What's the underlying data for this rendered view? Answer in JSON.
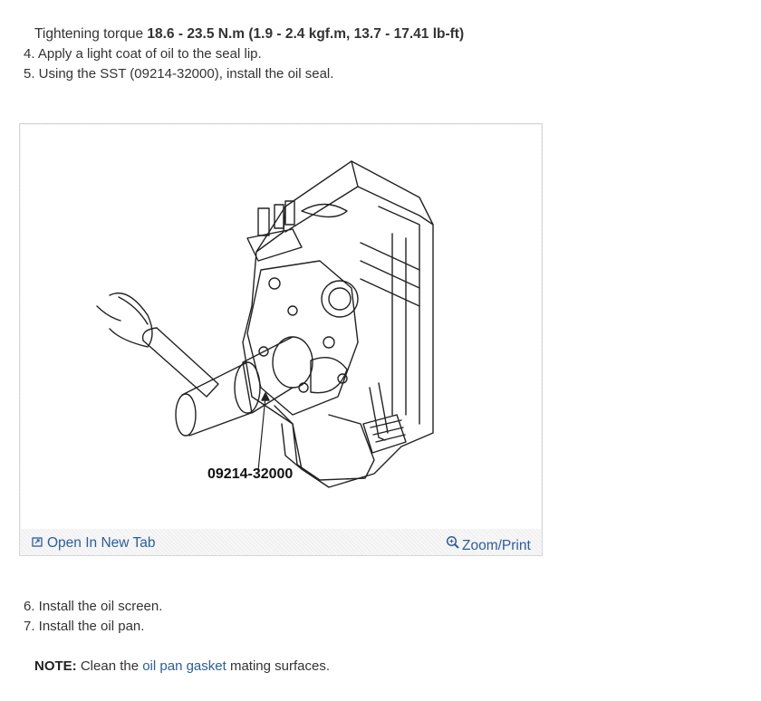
{
  "torque": {
    "label": "Tightening torque ",
    "value": "18.6 - 23.5 N.m (1.9 - 2.4 kgf.m, 13.7 - 17.41 lb-ft)"
  },
  "steps_top": [
    "4. Apply a light coat of oil to the seal lip.",
    "5. Using the SST (09214-32000), install the oil seal."
  ],
  "figure": {
    "callout": "09214-32000",
    "open_new_tab": "Open In New Tab",
    "zoom_print": "Zoom/Print",
    "icons": [
      "open-new-tab-icon",
      "zoom-icon"
    ],
    "link_color": "#2a5d9f"
  },
  "steps_bottom": [
    "6. Install the oil screen.",
    "7. Install the oil pan."
  ],
  "note": {
    "label": "NOTE:",
    "text_before": " Clean the ",
    "link": "oil pan gasket",
    "text_after": " mating surfaces."
  }
}
